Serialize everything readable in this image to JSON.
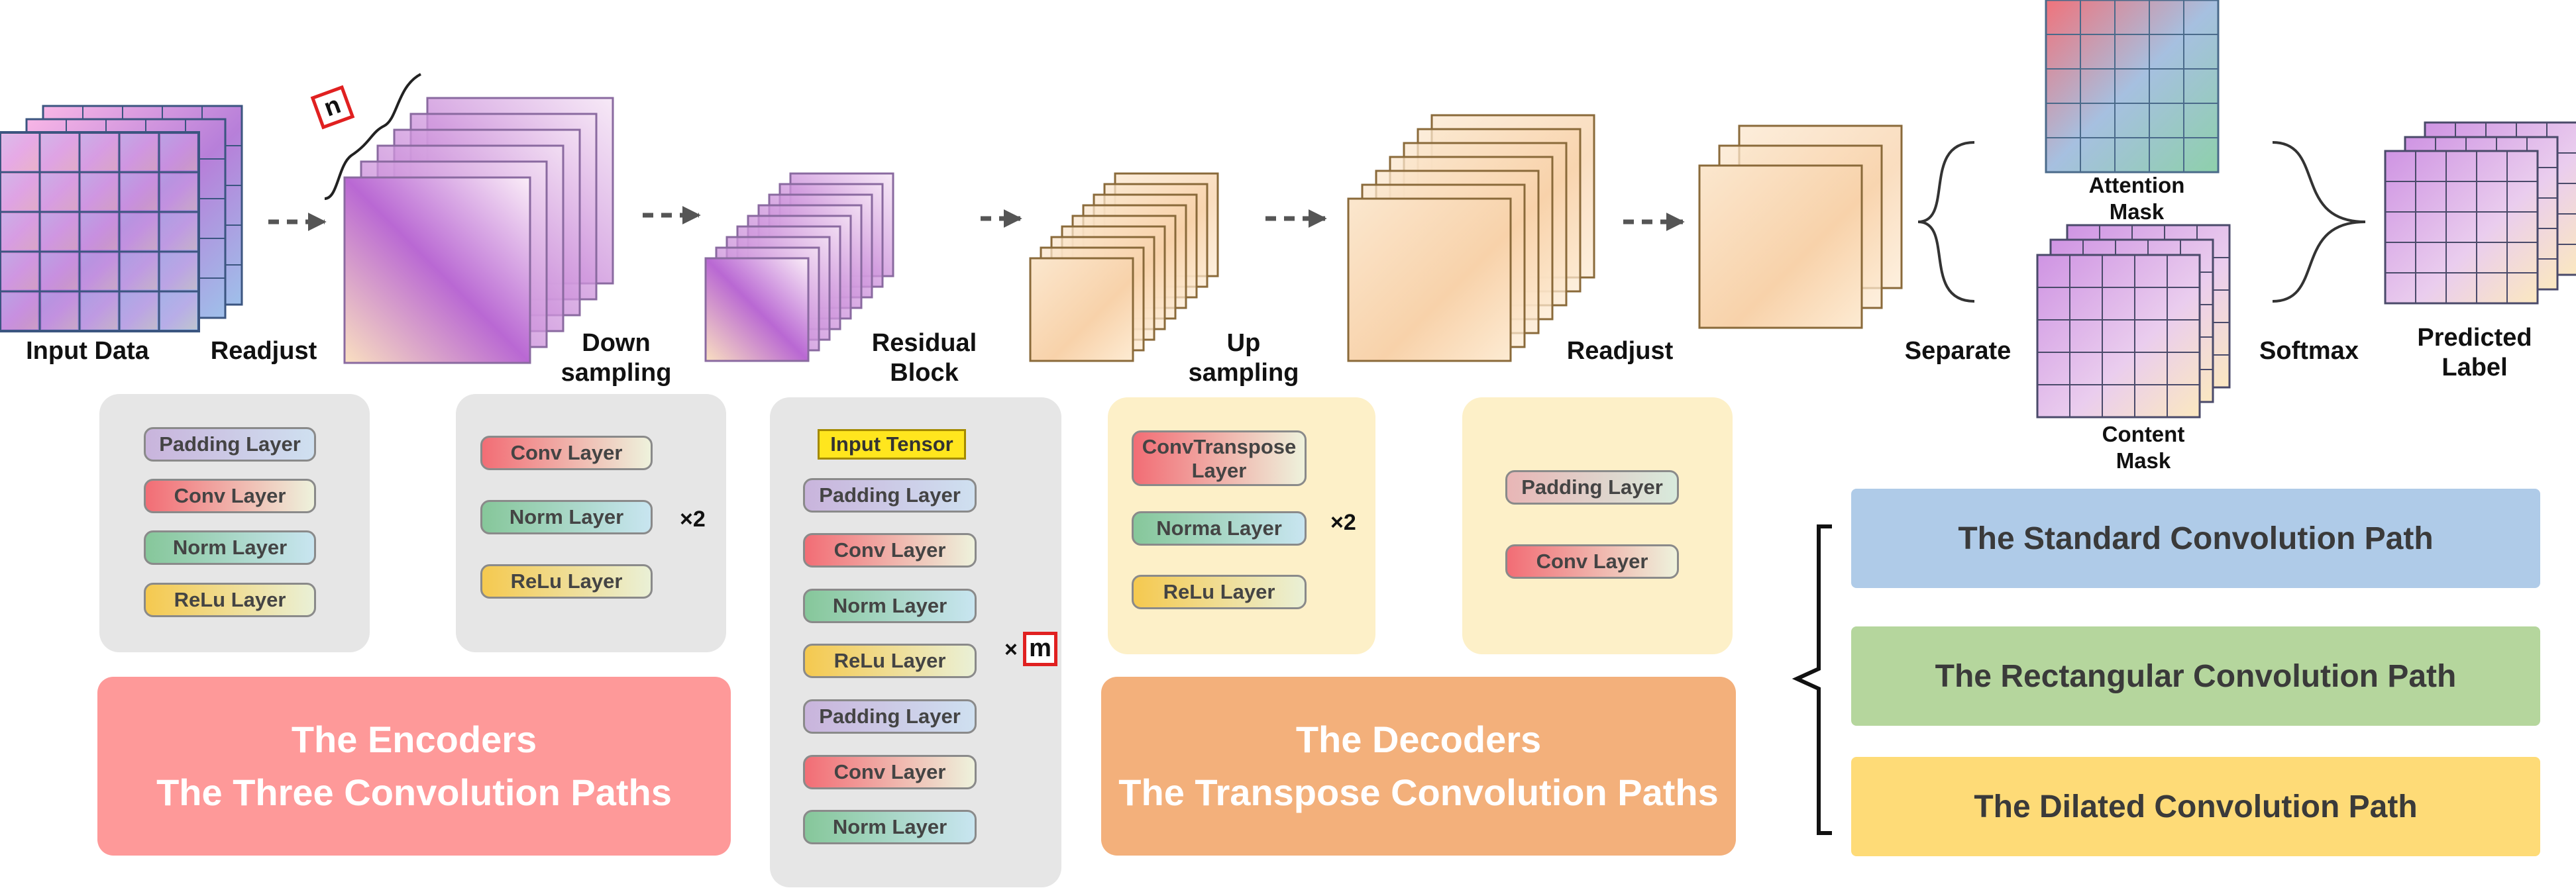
{
  "stages": {
    "input_data": "Input Data",
    "readjust_1": "Readjust",
    "down_1": "Down",
    "down_2": "sampling",
    "residual_1": "Residual",
    "residual_2": "Block",
    "up_1": "Up",
    "up_2": "sampling",
    "readjust_2": "Readjust",
    "separate": "Separate",
    "attention_1": "Attention",
    "attention_2": "Mask",
    "content_1": "Content",
    "content_2": "Mask",
    "softmax": "Softmax",
    "predicted_1": "Predicted",
    "predicted_2": "Label"
  },
  "badges": {
    "n": "n",
    "m": "m",
    "times": "×"
  },
  "panels": {
    "readjust_enc": [
      "Padding Layer",
      "Conv Layer",
      "Norm Layer",
      "ReLu Layer"
    ],
    "down": [
      "Conv Layer",
      "Norm Layer",
      "ReLu Layer"
    ],
    "down_repeat": "×2",
    "residual": [
      "Input Tensor",
      "Padding Layer",
      "Conv Layer",
      "Norm Layer",
      "ReLu Layer",
      "Padding Layer",
      "Conv Layer",
      "Norm Layer"
    ],
    "up_first_1": "ConvTranspose",
    "up_first_2": "Layer",
    "up": [
      "Norma Layer",
      "ReLu Layer"
    ],
    "up_repeat": "×2",
    "readjust_dec": [
      "Padding Layer",
      "Conv Layer"
    ]
  },
  "encoders": {
    "line1": "The Encoders",
    "line2": "The Three Convolution Paths"
  },
  "decoders": {
    "line1": "The Decoders",
    "line2": "The Transpose Convolution Paths"
  },
  "paths": [
    "The Standard Convolution Path",
    "The Rectangular Convolution Path",
    "The Dilated Convolution Path"
  ],
  "colors": {
    "encoders_box": "#fe9999",
    "decoders_box": "#f3b07b",
    "standard_path": "#afcbe8",
    "rectangular_path": "#b5d69d",
    "dilated_path": "#fedb77",
    "panel_gray": "#e6e6e6",
    "panel_cream": "#fdf0c8"
  }
}
